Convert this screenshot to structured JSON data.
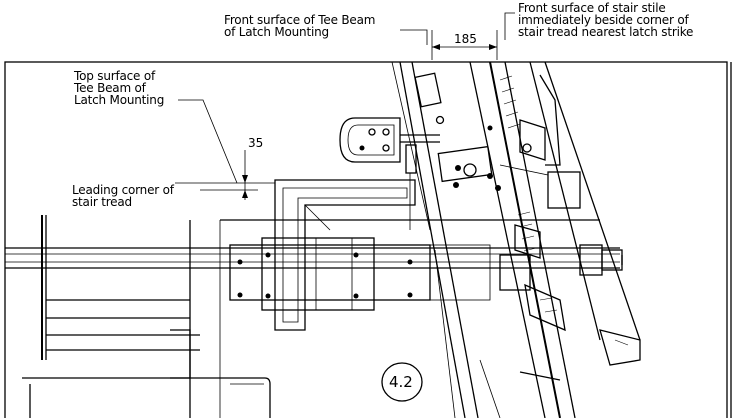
{
  "labels": {
    "tee_front": "Front surface of Tee Beam\nof Latch Mounting",
    "stile_front": "Front surface of stair stile\nimmediately beside corner of\nstair tread nearest latch strike",
    "tee_top": "Top surface of\nTee Beam of\nLatch Mounting",
    "leading_corner": "Leading corner of\nstair tread"
  },
  "dimensions": {
    "horizontal": "185",
    "vertical": "35"
  },
  "view_marker": "4.2"
}
